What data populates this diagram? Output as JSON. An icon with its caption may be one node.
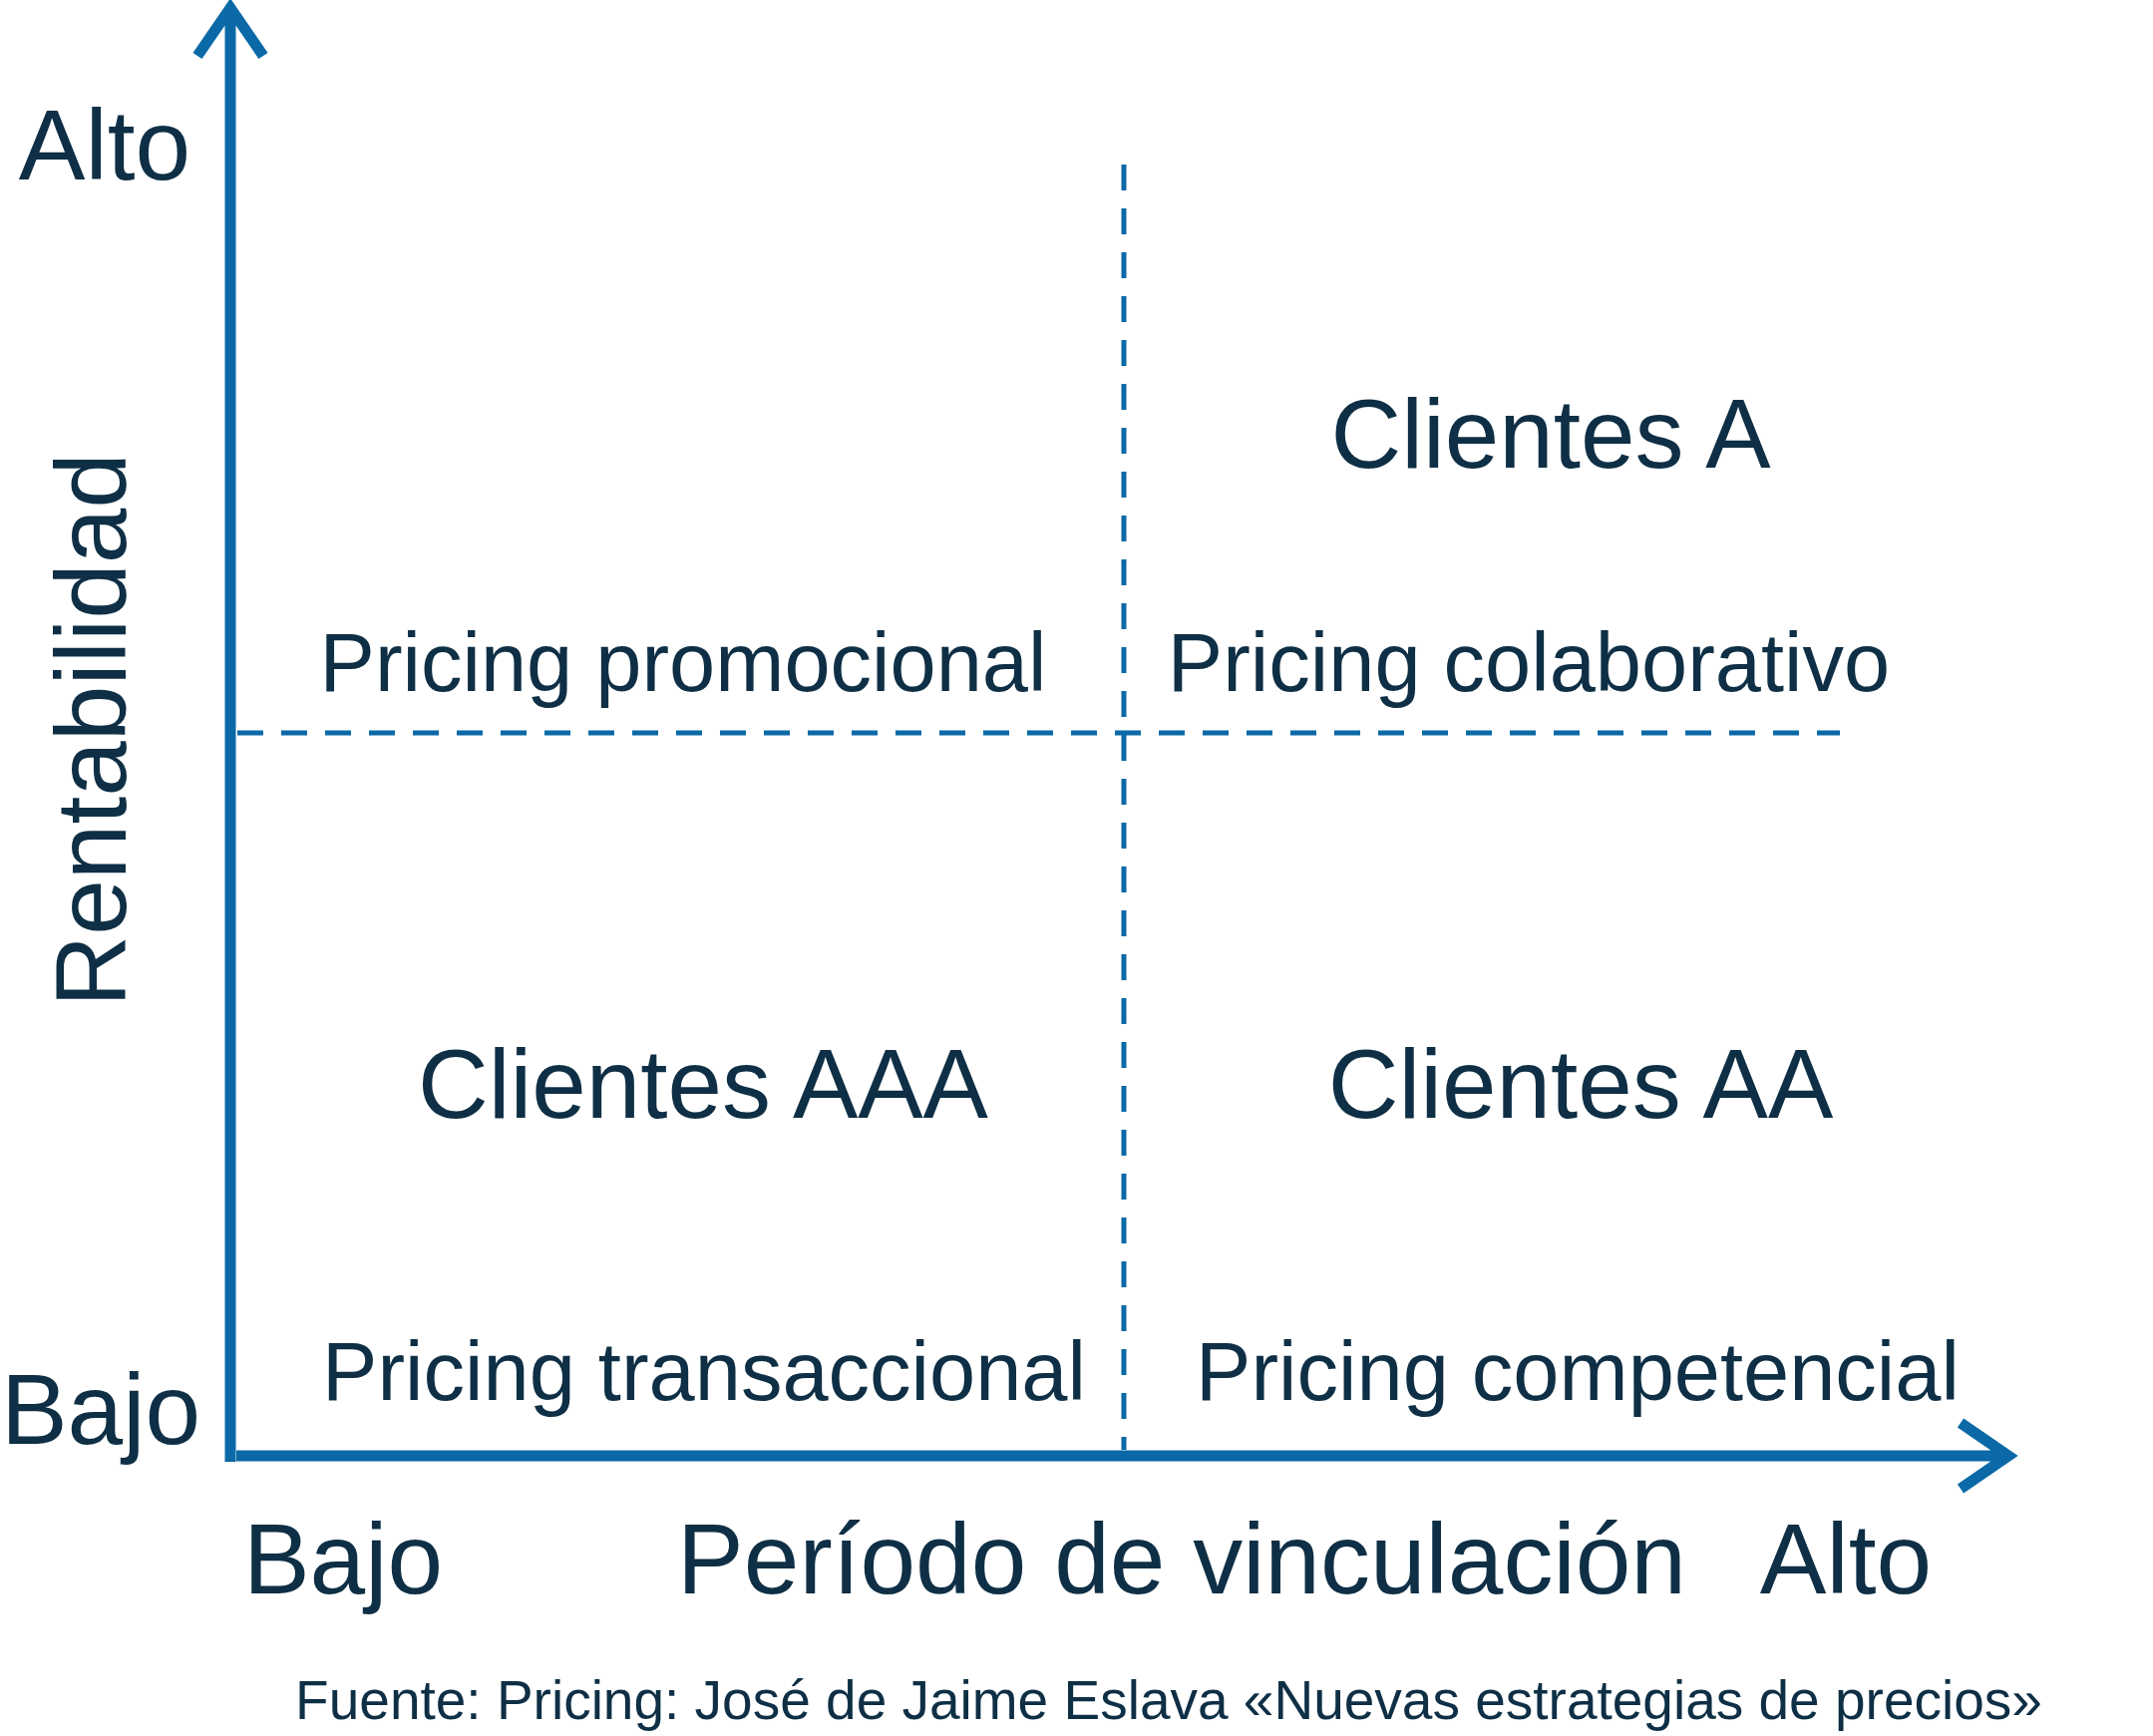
{
  "diagram": {
    "caption": "Fuente: Pricing: José de Jaime Eslava «Nuevas estrategias de precios»",
    "labels": [
      "Alto",
      "Clientes A",
      "Pricing promocional",
      "Pricing colaborativo",
      "Rentabilidad",
      "Clientes AAA",
      "Clientes AA",
      "Bajo",
      "Pricing transaccional",
      "Pricing competencial",
      "Bajo",
      "Período de vinculación",
      "Alto"
    ]
  }
}
